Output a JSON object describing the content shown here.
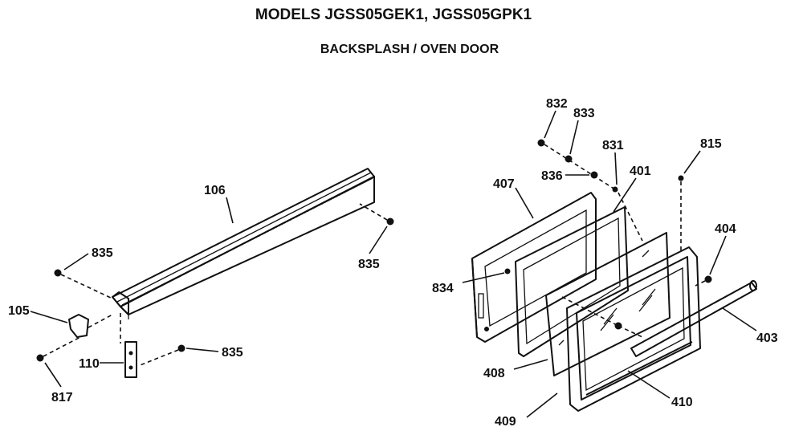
{
  "title": "MODELS JGSS05GEK1, JGSS05GPK1",
  "subtitle": "BACKSPLASH / OVEN DOOR",
  "callouts": {
    "c106": "106",
    "c835a": "835",
    "c835b": "835",
    "c835c": "835",
    "c105": "105",
    "c110": "110",
    "c817": "817",
    "c832": "832",
    "c833": "833",
    "c831": "831",
    "c836": "836",
    "c401": "401",
    "c407": "407",
    "c815": "815",
    "c404": "404",
    "c834": "834",
    "c403": "403",
    "c408": "408",
    "c409": "409",
    "c410": "410"
  }
}
